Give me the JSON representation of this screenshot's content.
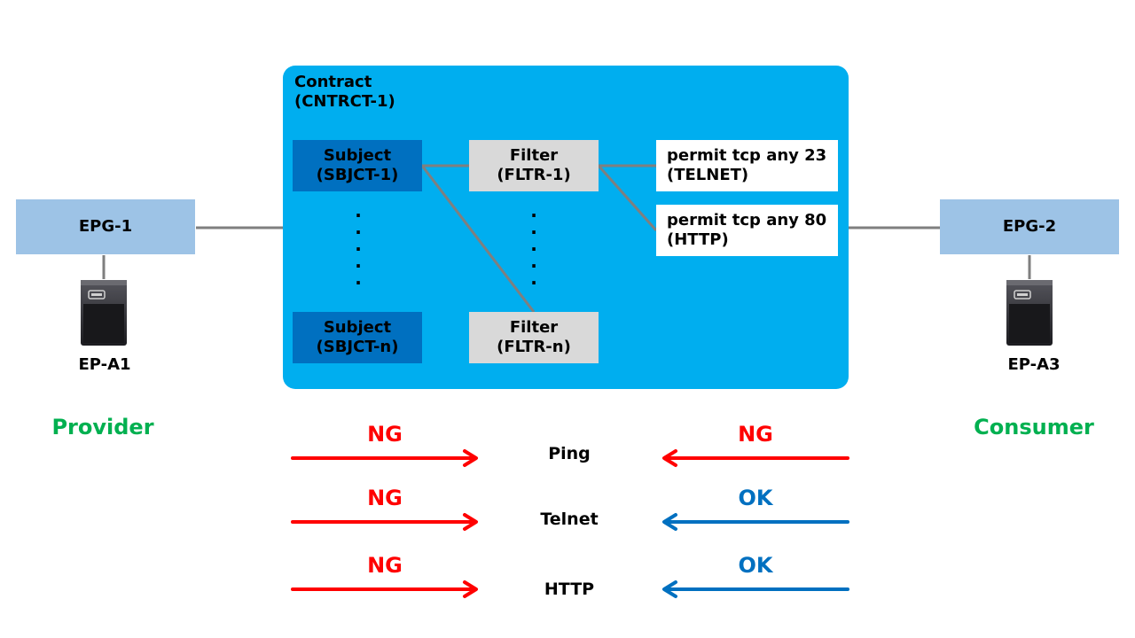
{
  "contract": {
    "title_line1": "Contract",
    "title_line2": "(CNTRCT-1)",
    "subjects": [
      {
        "line1": "Subject",
        "line2": "(SBJCT-1)"
      },
      {
        "line1": "Subject",
        "line2": "(SBJCT-n)"
      }
    ],
    "filters": [
      {
        "line1": "Filter",
        "line2": "(FLTR-1)"
      },
      {
        "line1": "Filter",
        "line2": "(FLTR-n)"
      }
    ],
    "rules": [
      {
        "line1": "permit tcp any 23",
        "line2": "(TELNET)"
      },
      {
        "line1": "permit tcp any 80",
        "line2": "(HTTP)"
      }
    ]
  },
  "epgs": {
    "left": {
      "label": "EPG-1",
      "endpoint": "EP-A1",
      "role": "Provider"
    },
    "right": {
      "label": "EPG-2",
      "endpoint": "EP-A3",
      "role": "Consumer"
    }
  },
  "traffic": [
    {
      "protocol": "Ping",
      "provider_to": "NG",
      "consumer_to": "NG"
    },
    {
      "protocol": "Telnet",
      "provider_to": "NG",
      "consumer_to": "OK"
    },
    {
      "protocol": "HTTP",
      "provider_to": "NG",
      "consumer_to": "OK"
    }
  ],
  "colors": {
    "contract_bg": "#00aeef",
    "subject_bg": "#0070c0",
    "filter_bg": "#d9d9d9",
    "epg_bg": "#9dc3e6",
    "role_text": "#00b050",
    "ng": "#ff0000",
    "ok": "#0070c0"
  },
  "icons": [
    "server-icon"
  ]
}
